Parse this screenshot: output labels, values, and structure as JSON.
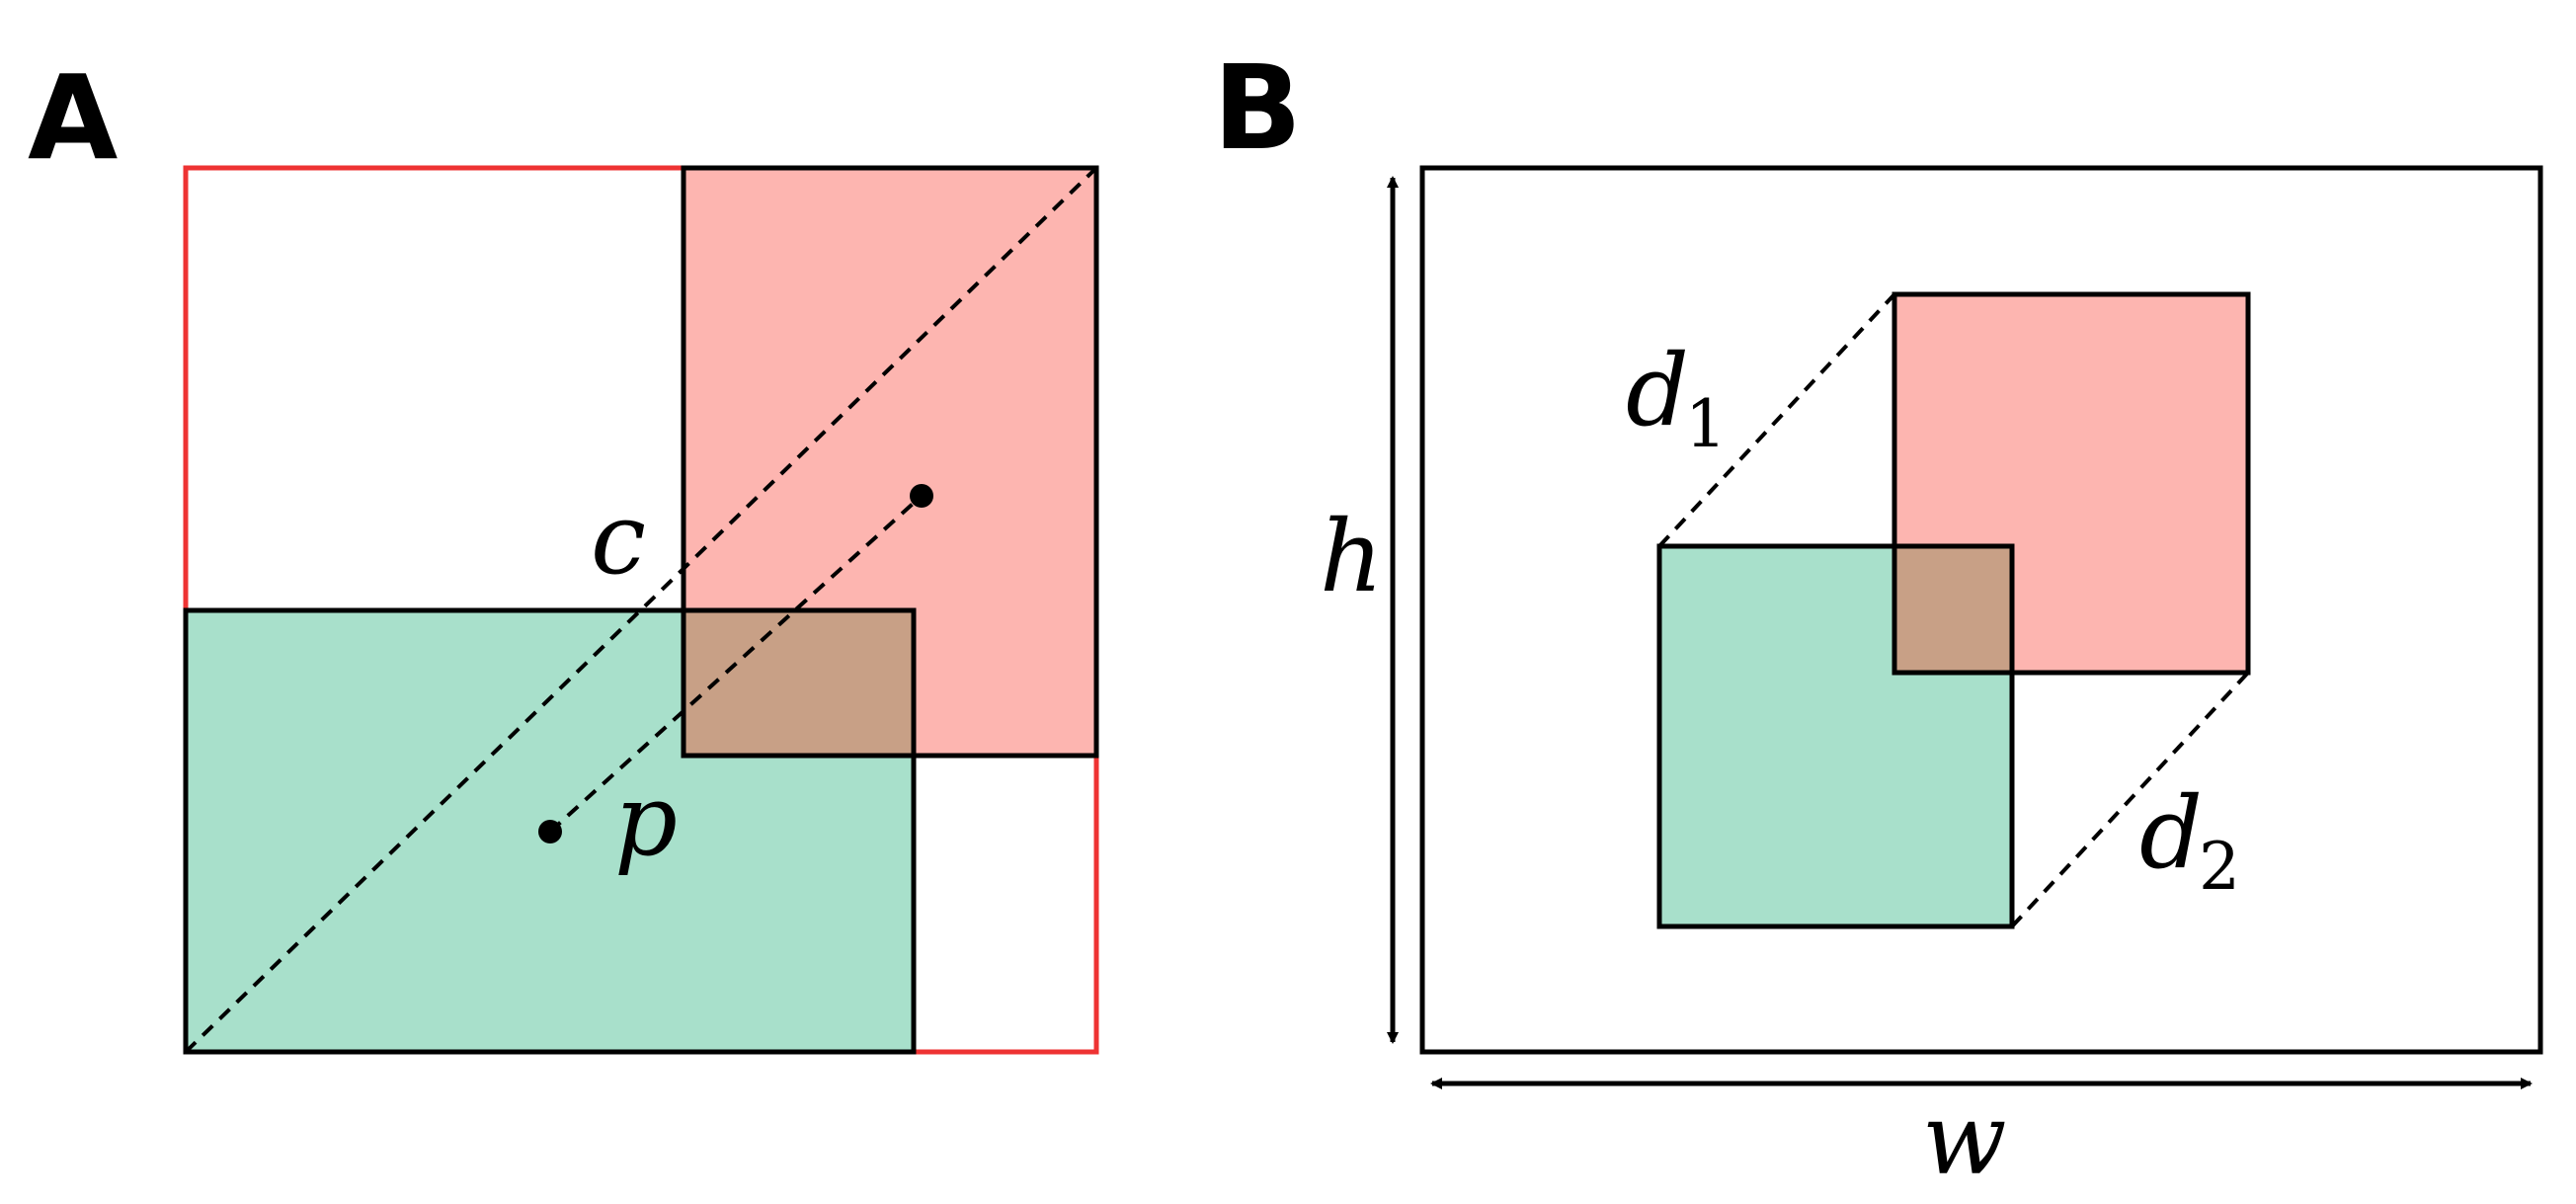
{
  "panels": {
    "a": {
      "letter": "A",
      "labels": {
        "c": "c",
        "p": "p"
      }
    },
    "b": {
      "letter": "B",
      "labels": {
        "h": "h",
        "w": "w",
        "d1": "d",
        "d1_sub": "1",
        "d2": "d",
        "d2_sub": "2"
      }
    }
  },
  "colors": {
    "green_box": "#a8e0cb",
    "red_box": "#fdb5b0",
    "overlap": "#c8a086",
    "enclosing_box": "#ee3333",
    "stroke": "#000000"
  }
}
